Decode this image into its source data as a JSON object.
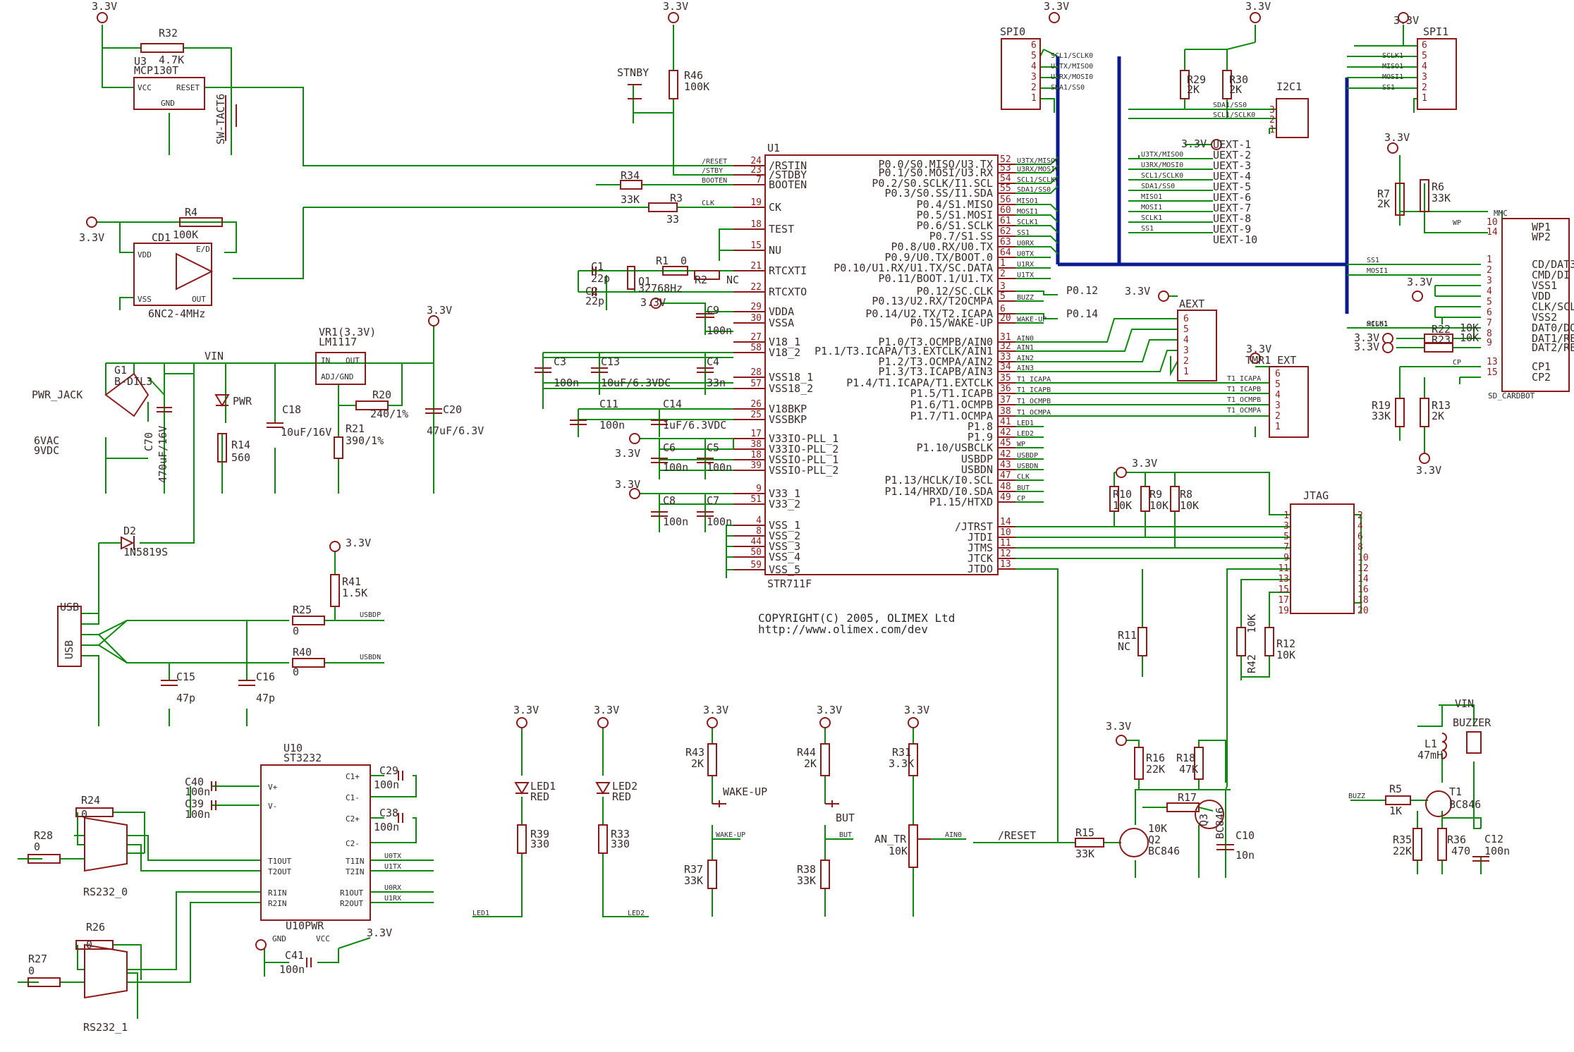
{
  "colors": {
    "wire": "#0b8a0b",
    "part": "#8b1a1a",
    "bus": "#0c1a8f",
    "text": "#333333"
  },
  "texts": {
    "copyright": "COPYRIGHT(C) 2005, OLIMEX Ltd",
    "url": "http://www.olimex.com/dev"
  },
  "u1": {
    "ref": "U1",
    "value": "STR711F",
    "left_pins": [
      {
        "num": "24",
        "name": "/RSTIN",
        "net": "/RESET"
      },
      {
        "num": "23",
        "name": "/STDBY",
        "net": "/STBY"
      },
      {
        "num": "7",
        "name": "BOOTEN",
        "net": "BOOTEN"
      },
      {
        "num": "19",
        "name": "CK",
        "net": "CLK"
      },
      {
        "num": "18",
        "name": "TEST",
        "net": ""
      },
      {
        "num": "15",
        "name": "NU",
        "net": ""
      },
      {
        "num": "21",
        "name": "RTCXTI",
        "net": ""
      },
      {
        "num": "22",
        "name": "RTCXTO",
        "net": ""
      },
      {
        "num": "29",
        "name": "VDDA",
        "net": ""
      },
      {
        "num": "30",
        "name": "VSSA",
        "net": ""
      },
      {
        "num": "27",
        "name": "V18_1",
        "net": ""
      },
      {
        "num": "58",
        "name": "V18_2",
        "net": ""
      },
      {
        "num": "28",
        "name": "VSS18_1",
        "net": ""
      },
      {
        "num": "57",
        "name": "VSS18_2",
        "net": ""
      },
      {
        "num": "26",
        "name": "V18BKP",
        "net": ""
      },
      {
        "num": "25",
        "name": "VSSBKP",
        "net": ""
      },
      {
        "num": "17",
        "name": "V33IO-PLL_1",
        "net": ""
      },
      {
        "num": "38",
        "name": "V33IO-PLL_2",
        "net": ""
      },
      {
        "num": "18",
        "name": "VSSIO-PLL_1",
        "net": ""
      },
      {
        "num": "39",
        "name": "VSSIO-PLL_2",
        "net": ""
      },
      {
        "num": "9",
        "name": "V33_1",
        "net": ""
      },
      {
        "num": "51",
        "name": "V33_2",
        "net": ""
      },
      {
        "num": "4",
        "name": "VSS_1",
        "net": ""
      },
      {
        "num": "8",
        "name": "VSS_2",
        "net": ""
      },
      {
        "num": "44",
        "name": "VSS_3",
        "net": ""
      },
      {
        "num": "50",
        "name": "VSS_4",
        "net": ""
      },
      {
        "num": "59",
        "name": "VSS_5",
        "net": ""
      }
    ],
    "right_pins": [
      {
        "num": "52",
        "name": "P0.0/S0.MISO/U3.TX",
        "net": "U3TX/MISO0"
      },
      {
        "num": "53",
        "name": "P0.1/S0.MOSI/U3.RX",
        "net": "U3RX/MOSI0"
      },
      {
        "num": "54",
        "name": "P0.2/S0.SCLK/I1.SCL",
        "net": "SCL1/SCLK0"
      },
      {
        "num": "55",
        "name": "P0.3/S0.SS/I1.SDA",
        "net": "SDA1/SS0"
      },
      {
        "num": "56",
        "name": "P0.4/S1.MISO",
        "net": "MISO1"
      },
      {
        "num": "60",
        "name": "P0.5/S1.MOSI",
        "net": "MOSI1"
      },
      {
        "num": "61",
        "name": "P0.6/S1.SCLK",
        "net": "SCLK1"
      },
      {
        "num": "62",
        "name": "P0.7/S1.SS",
        "net": "SS1"
      },
      {
        "num": "63",
        "name": "P0.8/U0.RX/U0.TX",
        "net": "U0RX"
      },
      {
        "num": "64",
        "name": "P0.9/U0.TX/BOOT.0",
        "net": "U0TX"
      },
      {
        "num": "1",
        "name": "P0.10/U1.RX/U1.TX/SC.DATA",
        "net": "U1RX"
      },
      {
        "num": "2",
        "name": "P0.11/BOOT.1/U1.TX",
        "net": "U1TX"
      },
      {
        "num": "3",
        "name": "P0.12/SC.CLK",
        "net": ""
      },
      {
        "num": "5",
        "name": "P0.13/U2.RX/T2OCMPA",
        "net": "BUZZ"
      },
      {
        "num": "6",
        "name": "P0.14/U2.TX/T2.ICAPA",
        "net": ""
      },
      {
        "num": "20",
        "name": "P0.15/WAKE-UP",
        "net": "WAKE-UP"
      },
      {
        "num": "31",
        "name": "P1.0/T3.OCMPB/AIN0",
        "net": "AIN0"
      },
      {
        "num": "32",
        "name": "P1.1/T3.ICAPA/T3.EXTCLK/AIN1",
        "net": "AIN1"
      },
      {
        "num": "33",
        "name": "P1.2/T3.OCMPA/AIN2",
        "net": "AIN2"
      },
      {
        "num": "34",
        "name": "P1.3/T3.ICAPB/AIN3",
        "net": "AIN3"
      },
      {
        "num": "35",
        "name": "P1.4/T1.ICAPA/T1.EXTCLK",
        "net": "T1_ICAPA"
      },
      {
        "num": "36",
        "name": "P1.5/T1.ICAPB",
        "net": "T1_ICAPB"
      },
      {
        "num": "37",
        "name": "P1.6/T1.OCMPB",
        "net": "T1_OCMPB"
      },
      {
        "num": "38",
        "name": "P1.7/T1.OCMPA",
        "net": "T1_OCMPA"
      },
      {
        "num": "41",
        "name": "P1.8",
        "net": "LED1"
      },
      {
        "num": "42",
        "name": "P1.9",
        "net": "LED2"
      },
      {
        "num": "45",
        "name": "P1.10/USBCLK",
        "net": "WP"
      },
      {
        "num": "42",
        "name": "USBDP",
        "net": "USBDP"
      },
      {
        "num": "43",
        "name": "USBDN",
        "net": "USBDN"
      },
      {
        "num": "47",
        "name": "P1.13/HCLK/I0.SCL",
        "net": "CLK"
      },
      {
        "num": "48",
        "name": "P1.14/HRXD/I0.SDA",
        "net": "BUT"
      },
      {
        "num": "49",
        "name": "P1.15/HTXD",
        "net": "CP"
      },
      {
        "num": "14",
        "name": "/JTRST",
        "net": ""
      },
      {
        "num": "10",
        "name": "JTDI",
        "net": ""
      },
      {
        "num": "11",
        "name": "JTMS",
        "net": ""
      },
      {
        "num": "12",
        "name": "JTCK",
        "net": ""
      },
      {
        "num": "13",
        "name": "JTDO",
        "net": ""
      }
    ]
  },
  "parts": {
    "r32": {
      "ref": "R32",
      "val": "4.7K"
    },
    "u3": {
      "ref": "U3",
      "val": "MCP130T",
      "p1": "VCC",
      "p2": "RESET",
      "p3": "GND"
    },
    "rst_sw": {
      "ref": "SW-TACT6"
    },
    "r46": {
      "ref": "R46",
      "val": "100K"
    },
    "stnby": {
      "ref": "STNBY"
    },
    "r34": {
      "ref": "R34",
      "val": "33K"
    },
    "r3": {
      "ref": "R3",
      "val": "33"
    },
    "r4": {
      "ref": "R4",
      "val": "100K"
    },
    "cd1": {
      "ref": "CD1",
      "val": "6NC2-4MHz",
      "vdd": "VDD",
      "ed": "E/D",
      "vss": "VSS",
      "out": "OUT"
    },
    "c1": {
      "ref": "C1",
      "val": "22p"
    },
    "c2": {
      "ref": "C2",
      "val": "22p"
    },
    "q1": {
      "ref": "Q1",
      "val": "32768Hz"
    },
    "r1": {
      "ref": "R1",
      "val": "0"
    },
    "r2": {
      "ref": "R2",
      "val": "NC"
    },
    "c9": {
      "ref": "C9",
      "val": "100n"
    },
    "c3": {
      "ref": "C3",
      "val": "100n"
    },
    "c13": {
      "ref": "C13",
      "val": "10uF/6.3VDC"
    },
    "c4": {
      "ref": "C4",
      "val": "33n"
    },
    "c11": {
      "ref": "C11",
      "val": "100n"
    },
    "c14": {
      "ref": "C14",
      "val": "1uF/6.3VDC"
    },
    "c6": {
      "ref": "C6",
      "val": "100n"
    },
    "c5": {
      "ref": "C5",
      "val": "100n"
    },
    "c8": {
      "ref": "C8",
      "val": "100n"
    },
    "c7": {
      "ref": "C7",
      "val": "100n"
    },
    "g1": {
      "ref": "G1",
      "val": "B-DIL3"
    },
    "pwr_jack": {
      "ref": "PWR_JACK",
      "val1": "6VAC",
      "val2": "9VDC"
    },
    "c70": {
      "ref": "C70",
      "val": "470uF/16V"
    },
    "pwr_led": {
      "ref": "PWR"
    },
    "r14": {
      "ref": "R14",
      "val": "560"
    },
    "c18": {
      "ref": "C18",
      "val": "10uF/16V"
    },
    "vr1": {
      "ref": "VR1(3.3V)",
      "val": "LM1117",
      "in": "IN",
      "out": "OUT",
      "adj": "ADJ/GND"
    },
    "r20": {
      "ref": "R20",
      "val": "240/1%"
    },
    "r21": {
      "ref": "R21",
      "val": "390/1%"
    },
    "c20": {
      "ref": "C20",
      "val": "47uF/6.3V"
    },
    "d2": {
      "ref": "D2",
      "val": "1N5819S"
    },
    "usb": {
      "ref": "USB"
    },
    "r41": {
      "ref": "R41",
      "val": "1.5K"
    },
    "r25": {
      "ref": "R25",
      "val": "0"
    },
    "r40": {
      "ref": "R40",
      "val": "0"
    },
    "c15": {
      "ref": "C15",
      "val": "47p"
    },
    "c16": {
      "ref": "C16",
      "val": "47p"
    },
    "u10": {
      "ref": "U10",
      "val": "ST3232",
      "pwr": "U10PWR",
      "gnd": "GND",
      "vcc": "VCC",
      "pins_l": [
        "V+",
        "V-",
        "T1OUT",
        "T2OUT",
        "R1IN",
        "R2IN"
      ],
      "pins_r": [
        "C1+",
        "C1-",
        "C2+",
        "C2-",
        "T1IN",
        "T2IN",
        "R1OUT",
        "R2OUT"
      ]
    },
    "c40": {
      "ref": "C40",
      "val": "100n"
    },
    "c39": {
      "ref": "C39",
      "val": "100n"
    },
    "c29": {
      "ref": "C29",
      "val": "100n"
    },
    "c38": {
      "ref": "C38",
      "val": "100n"
    },
    "c41": {
      "ref": "C41",
      "val": "100n"
    },
    "r24": {
      "ref": "R24",
      "val": "0"
    },
    "r28": {
      "ref": "R28",
      "val": "0"
    },
    "r26": {
      "ref": "R26",
      "val": "0"
    },
    "r27": {
      "ref": "R27",
      "val": "0"
    },
    "rs0": {
      "ref": "RS232_0"
    },
    "rs1": {
      "ref": "RS232_1"
    },
    "led1": {
      "ref": "LED1",
      "val": "RED"
    },
    "led2": {
      "ref": "LED2",
      "val": "RED"
    },
    "r39": {
      "ref": "R39",
      "val": "330"
    },
    "r33": {
      "ref": "R33",
      "val": "330"
    },
    "r43": {
      "ref": "R43",
      "val": "2K"
    },
    "r37": {
      "ref": "R37",
      "val": "33K"
    },
    "wake": {
      "ref": "WAKE-UP"
    },
    "r44": {
      "ref": "R44",
      "val": "2K"
    },
    "r38": {
      "ref": "R38",
      "val": "33K"
    },
    "but": {
      "ref": "BUT"
    },
    "r31": {
      "ref": "R31",
      "val": "3.3K"
    },
    "an_tr": {
      "ref": "AN_TR",
      "val": "10K"
    },
    "r15": {
      "ref": "R15",
      "val": "33K"
    },
    "r16": {
      "ref": "R16",
      "val": "22K"
    },
    "r17": {
      "ref": "R17",
      "val": "10K"
    },
    "r18": {
      "ref": "R18",
      "val": "47K"
    },
    "q2": {
      "ref": "Q2",
      "val": "BC846"
    },
    "q3": {
      "ref": "Q3",
      "val": "BC846"
    },
    "c10": {
      "ref": "C10",
      "val": "10n"
    },
    "l1": {
      "ref": "L1",
      "val": "47mH"
    },
    "buzzer": {
      "ref": "BUZZER"
    },
    "r5": {
      "ref": "R5",
      "val": "1K"
    },
    "t1": {
      "ref": "T1",
      "val": "BC846"
    },
    "r35": {
      "ref": "R35",
      "val": "22K"
    },
    "r36": {
      "ref": "R36",
      "val": "470"
    },
    "c12": {
      "ref": "C12",
      "val": "100n"
    },
    "spi0": {
      "ref": "SPI0",
      "pins": [
        "6",
        "5",
        "4",
        "3",
        "2",
        "1"
      ],
      "nets": [
        "SCL1/SCLK0",
        "U3TX/MISO0",
        "U3RX/MOSI0",
        "SDA1/SS0"
      ]
    },
    "spi1": {
      "ref": "SPI1",
      "pins": [
        "6",
        "5",
        "4",
        "3",
        "2",
        "1"
      ],
      "nets": [
        "SCLK1",
        "MISO1",
        "MOSI1",
        "SS1"
      ]
    },
    "r29": {
      "ref": "R29",
      "val": "2K"
    },
    "r30": {
      "ref": "R30",
      "val": "2K"
    },
    "i2c1": {
      "ref": "I2C1",
      "pins": [
        "3",
        "2",
        "1"
      ],
      "nets": [
        "SDA1/SS0",
        "SCL1/SCLK0"
      ]
    },
    "uext": {
      "labels": [
        "UEXT-1",
        "UEXT-2",
        "UEXT-3",
        "UEXT-4",
        "UEXT-5",
        "UEXT-6",
        "UEXT-7",
        "UEXT-8",
        "UEXT-9",
        "UEXT-10"
      ],
      "nets": [
        "U3TX/MISO0",
        "U3RX/MOSI0",
        "SCL1/SCLK0",
        "SDA1/SS0",
        "MISO1",
        "MOSI1",
        "SCLK1",
        "SS1"
      ]
    },
    "aext": {
      "ref": "AEXT",
      "pins": [
        "6",
        "5",
        "4",
        "3",
        "2",
        "1"
      ]
    },
    "tmr1": {
      "ref": "TMR1_EXT",
      "pins": [
        "6",
        "5",
        "4",
        "3",
        "2",
        "1"
      ],
      "nets": [
        "T1_ICAPA",
        "T1_ICAPB",
        "T1_OCMPB",
        "T1_OCMPA"
      ]
    },
    "p012": {
      "label": "P0.12"
    },
    "p014": {
      "label": "P0.14"
    },
    "r7": {
      "ref": "R7",
      "val": "2K"
    },
    "r6": {
      "ref": "R6",
      "val": "33K"
    },
    "mmc": {
      "ref": "MMC",
      "val": "SD_CARDBOT",
      "pins": [
        {
          "n": "10",
          "name": "WP1"
        },
        {
          "n": "14",
          "name": "WP2"
        },
        {
          "n": "1",
          "name": "CD/DAT3/CS"
        },
        {
          "n": "2",
          "name": "CMD/DI"
        },
        {
          "n": "3",
          "name": "VSS1"
        },
        {
          "n": "4",
          "name": "VDD"
        },
        {
          "n": "5",
          "name": "CLK/SCLK"
        },
        {
          "n": "6",
          "name": "VSS2"
        },
        {
          "n": "7",
          "name": "DAT0/DO"
        },
        {
          "n": "8",
          "name": "DAT1/RES"
        },
        {
          "n": "9",
          "name": "DAT2/RES"
        },
        {
          "n": "13",
          "name": "CP1"
        },
        {
          "n": "15",
          "name": "CP2"
        }
      ],
      "nets": [
        "WP",
        "SS1",
        "MOSI1",
        "SCLK1",
        "MISO1",
        "CP"
      ]
    },
    "r22": {
      "ref": "R22",
      "val": "10K"
    },
    "r23": {
      "ref": "R23",
      "val": "10K"
    },
    "r19": {
      "ref": "R19",
      "val": "33K"
    },
    "r13": {
      "ref": "R13",
      "val": "2K"
    },
    "jtag": {
      "ref": "JTAG",
      "left": [
        "1",
        "3",
        "5",
        "7",
        "9",
        "11",
        "13",
        "15",
        "17",
        "19"
      ],
      "right": [
        "2",
        "4",
        "6",
        "8",
        "10",
        "12",
        "14",
        "16",
        "18",
        "20"
      ]
    },
    "r10": {
      "ref": "R10",
      "val": "10K"
    },
    "r9": {
      "ref": "R9",
      "val": "10K"
    },
    "r8": {
      "ref": "R8",
      "val": "10K"
    },
    "r11": {
      "ref": "R11",
      "val": "NC"
    },
    "r42": {
      "ref": "R42",
      "val": "10K"
    },
    "r12": {
      "ref": "R12",
      "val": "10K"
    }
  },
  "supply": {
    "v33": "3.3V",
    "vin": "VIN"
  }
}
